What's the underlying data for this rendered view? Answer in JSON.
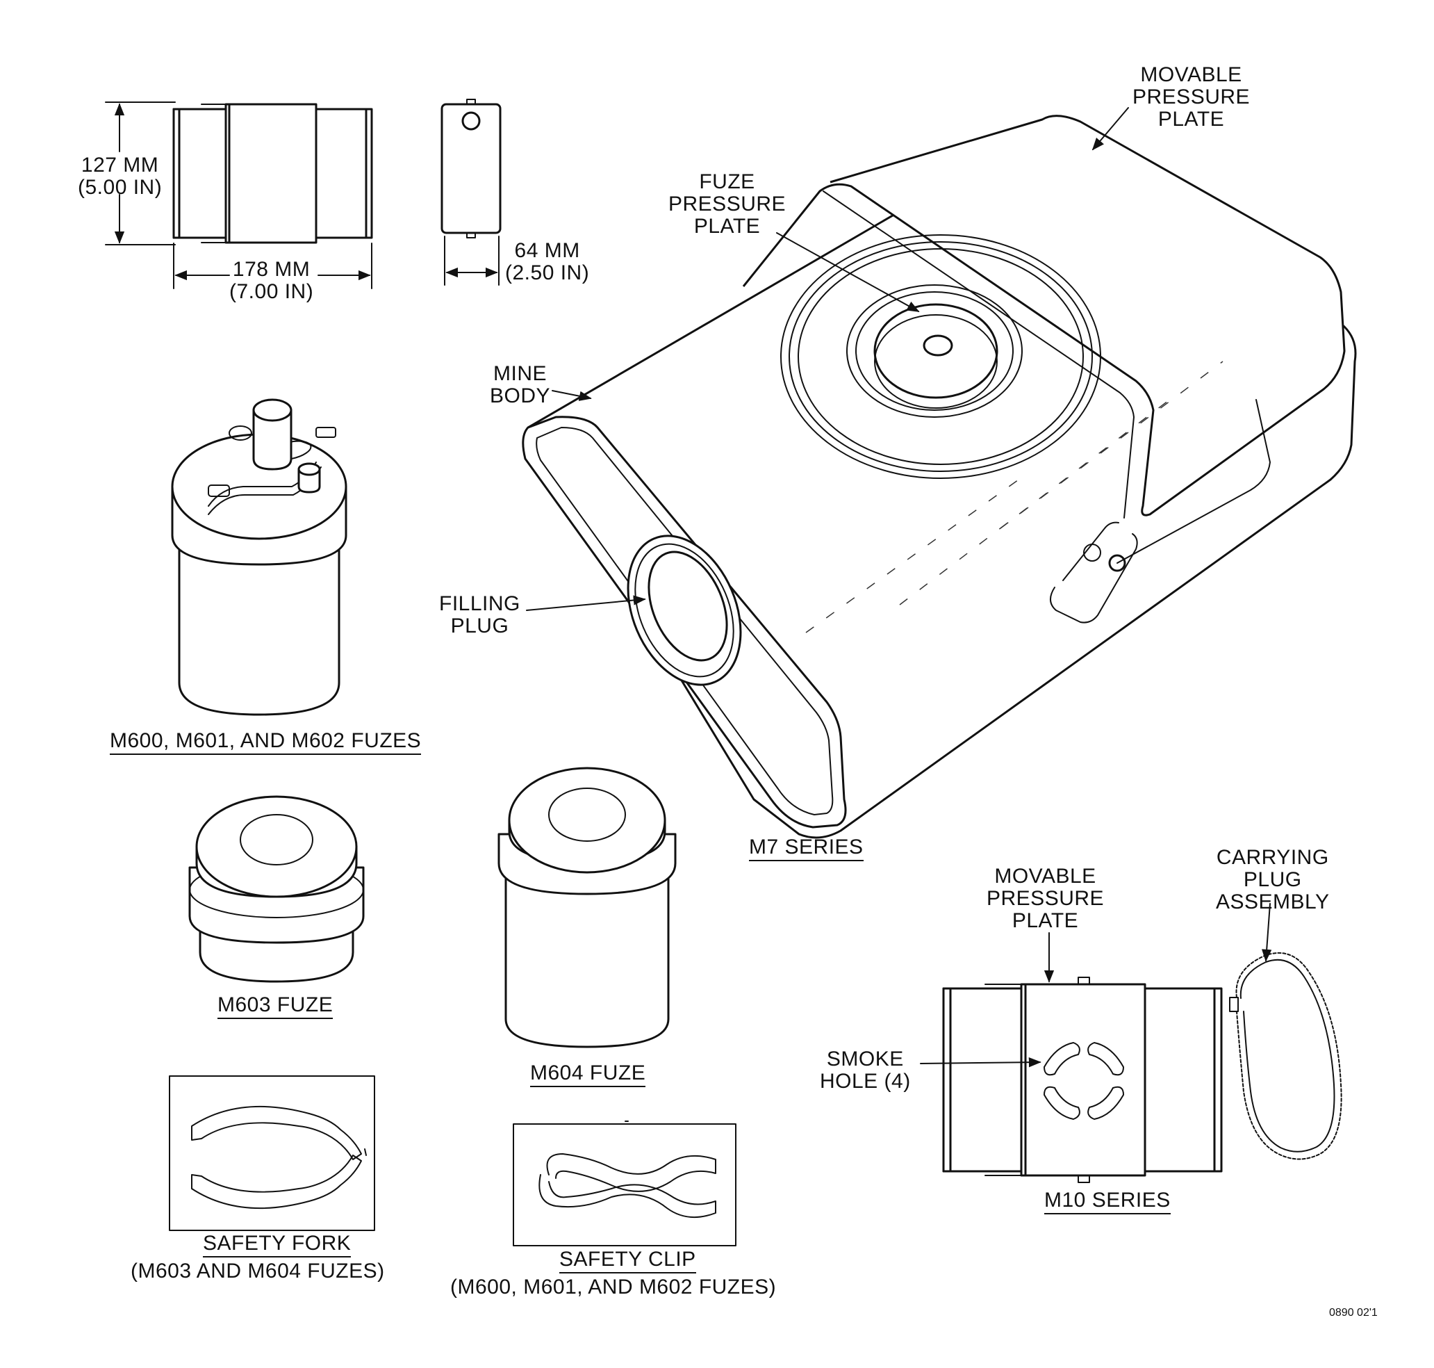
{
  "labels": {
    "dim_height": "127 MM\n(5.00 IN)",
    "dim_width": "178 MM\n(7.00 IN)",
    "dim_depth": "64 MM\n(2.50 IN)",
    "movable_pressure_plate_top": "MOVABLE\nPRESSURE\nPLATE",
    "fuze_pressure_plate": "FUZE\nPRESSURE\nPLATE",
    "mine_body": "MINE\nBODY",
    "filling_plug": "FILLING\nPLUG",
    "movable_pressure_plate_m10": "MOVABLE\nPRESSURE\nPLATE",
    "carrying_plug_assembly": "CARRYING\nPLUG\nASSEMBLY",
    "smoke_hole": "SMOKE\nHOLE (4)",
    "safety_fork_note": "(M603 AND M604 FUZES)",
    "safety_clip_note": "(M600, M601, AND M602 FUZES)",
    "figure_code": "0890 02'1"
  },
  "captions": {
    "m600_fuzes": "M600, M601, AND M602 FUZES",
    "m7_series": "M7 SERIES",
    "m603_fuze": "M603 FUZE",
    "m604_fuze": "M604 FUZE",
    "m10_series": "M10 SERIES",
    "safety_fork": "SAFETY FORK",
    "safety_clip": "SAFETY CLIP"
  }
}
